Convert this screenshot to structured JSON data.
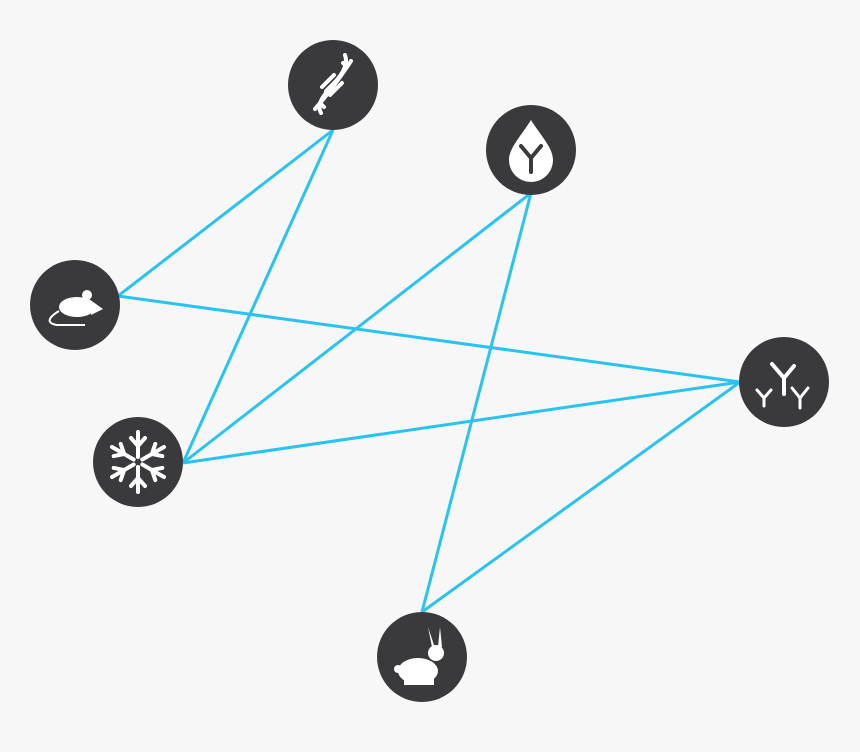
{
  "colors": {
    "background": "#f7f7f7",
    "node": "#3a3a3c",
    "icon": "#ffffff",
    "edge": "#29c3ef"
  },
  "nodes": [
    {
      "id": "dna",
      "icon": "dna-icon"
    },
    {
      "id": "antibody-drop",
      "icon": "antibody-drop-icon"
    },
    {
      "id": "mouse",
      "icon": "mouse-icon"
    },
    {
      "id": "snowflake",
      "icon": "snowflake-icon"
    },
    {
      "id": "antibodies",
      "icon": "antibodies-icon"
    },
    {
      "id": "rabbit",
      "icon": "rabbit-icon"
    }
  ],
  "edges": [
    [
      "dna",
      "mouse"
    ],
    [
      "dna",
      "snowflake"
    ],
    [
      "antibody-drop",
      "snowflake"
    ],
    [
      "antibody-drop",
      "rabbit"
    ],
    [
      "mouse",
      "antibodies"
    ],
    [
      "snowflake",
      "antibodies"
    ],
    [
      "rabbit",
      "antibodies"
    ]
  ]
}
